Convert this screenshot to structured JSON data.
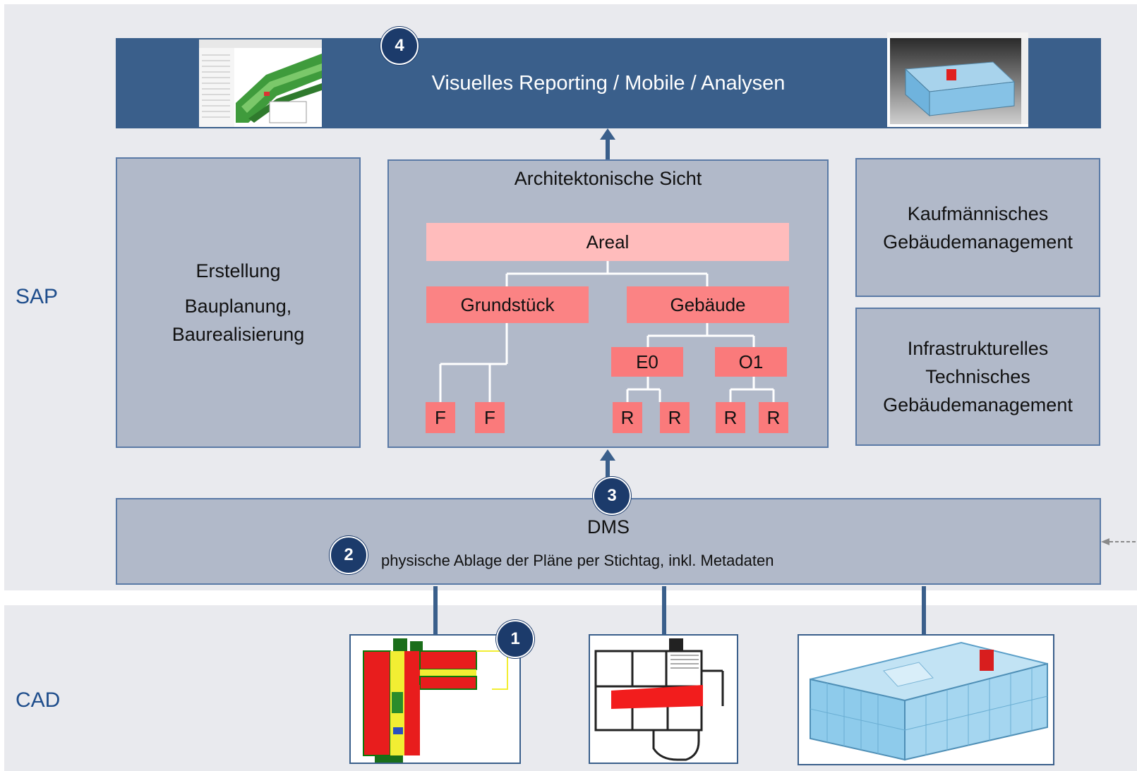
{
  "labels": {
    "sap": "SAP",
    "cad": "CAD"
  },
  "top_bar": {
    "text": "Visuelles Reporting / Mobile / Analysen"
  },
  "left_panel": {
    "line1": "Erstellung",
    "line2": "Bauplanung,",
    "line3": "Baurealisierung"
  },
  "center_panel": {
    "title": "Architektonische Sicht",
    "areal": "Areal",
    "grundstueck": "Grundstück",
    "gebaeude": "Gebäude",
    "e0": "E0",
    "o1": "O1",
    "f1": "F",
    "f2": "F",
    "r1": "R",
    "r2": "R",
    "r3": "R",
    "r4": "R"
  },
  "right_top": {
    "line1": "Kaufmännisches",
    "line2": "Gebäudemanagement"
  },
  "right_bottom": {
    "line1": "Infrastrukturelles",
    "line2": "Technisches",
    "line3": "Gebäudemanagement"
  },
  "dms": {
    "title": "DMS",
    "subtitle": "physische Ablage der Pläne per Stichtag, inkl. Metadaten"
  },
  "badges": {
    "b1": "1",
    "b2": "2",
    "b3": "3",
    "b4": "4"
  },
  "colors": {
    "dark_blue": "#3a5f8b",
    "panel": "#b1b9c9",
    "pink": "#fb8384",
    "pink_light": "#ffbcbc",
    "badge": "#1c3b6b"
  }
}
